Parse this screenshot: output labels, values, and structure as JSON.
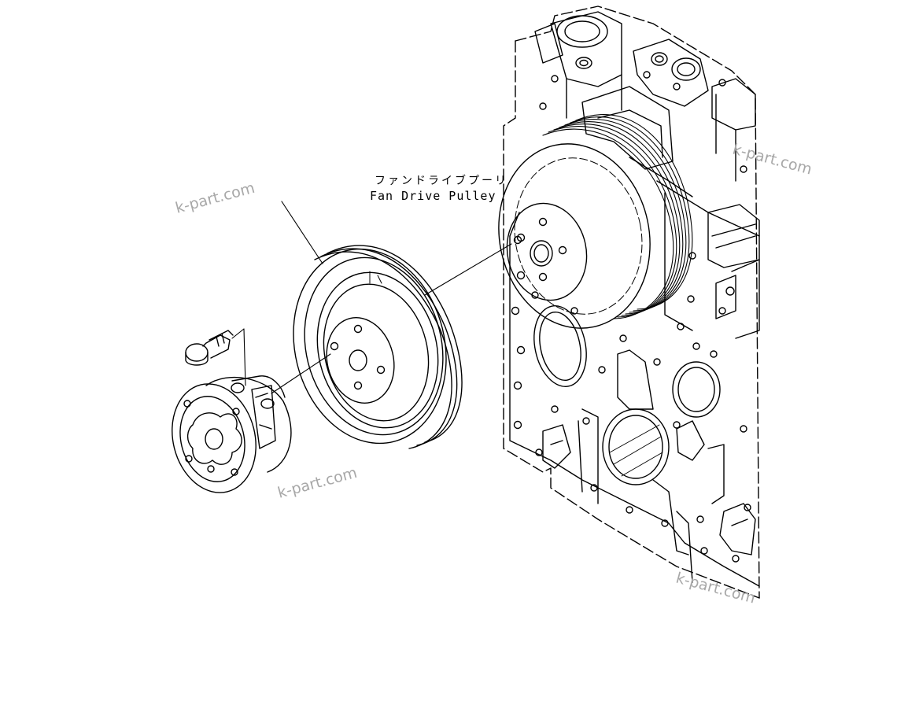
{
  "callout": {
    "japanese": "ファンドライブプーリ",
    "english": "Fan Drive Pulley"
  },
  "watermarks": [
    "k-part.com",
    "k-part.com",
    "k-part.com",
    "k-part.com"
  ],
  "colors": {
    "line": "#000000",
    "watermark": "#a8a8a8",
    "background": "#ffffff"
  }
}
